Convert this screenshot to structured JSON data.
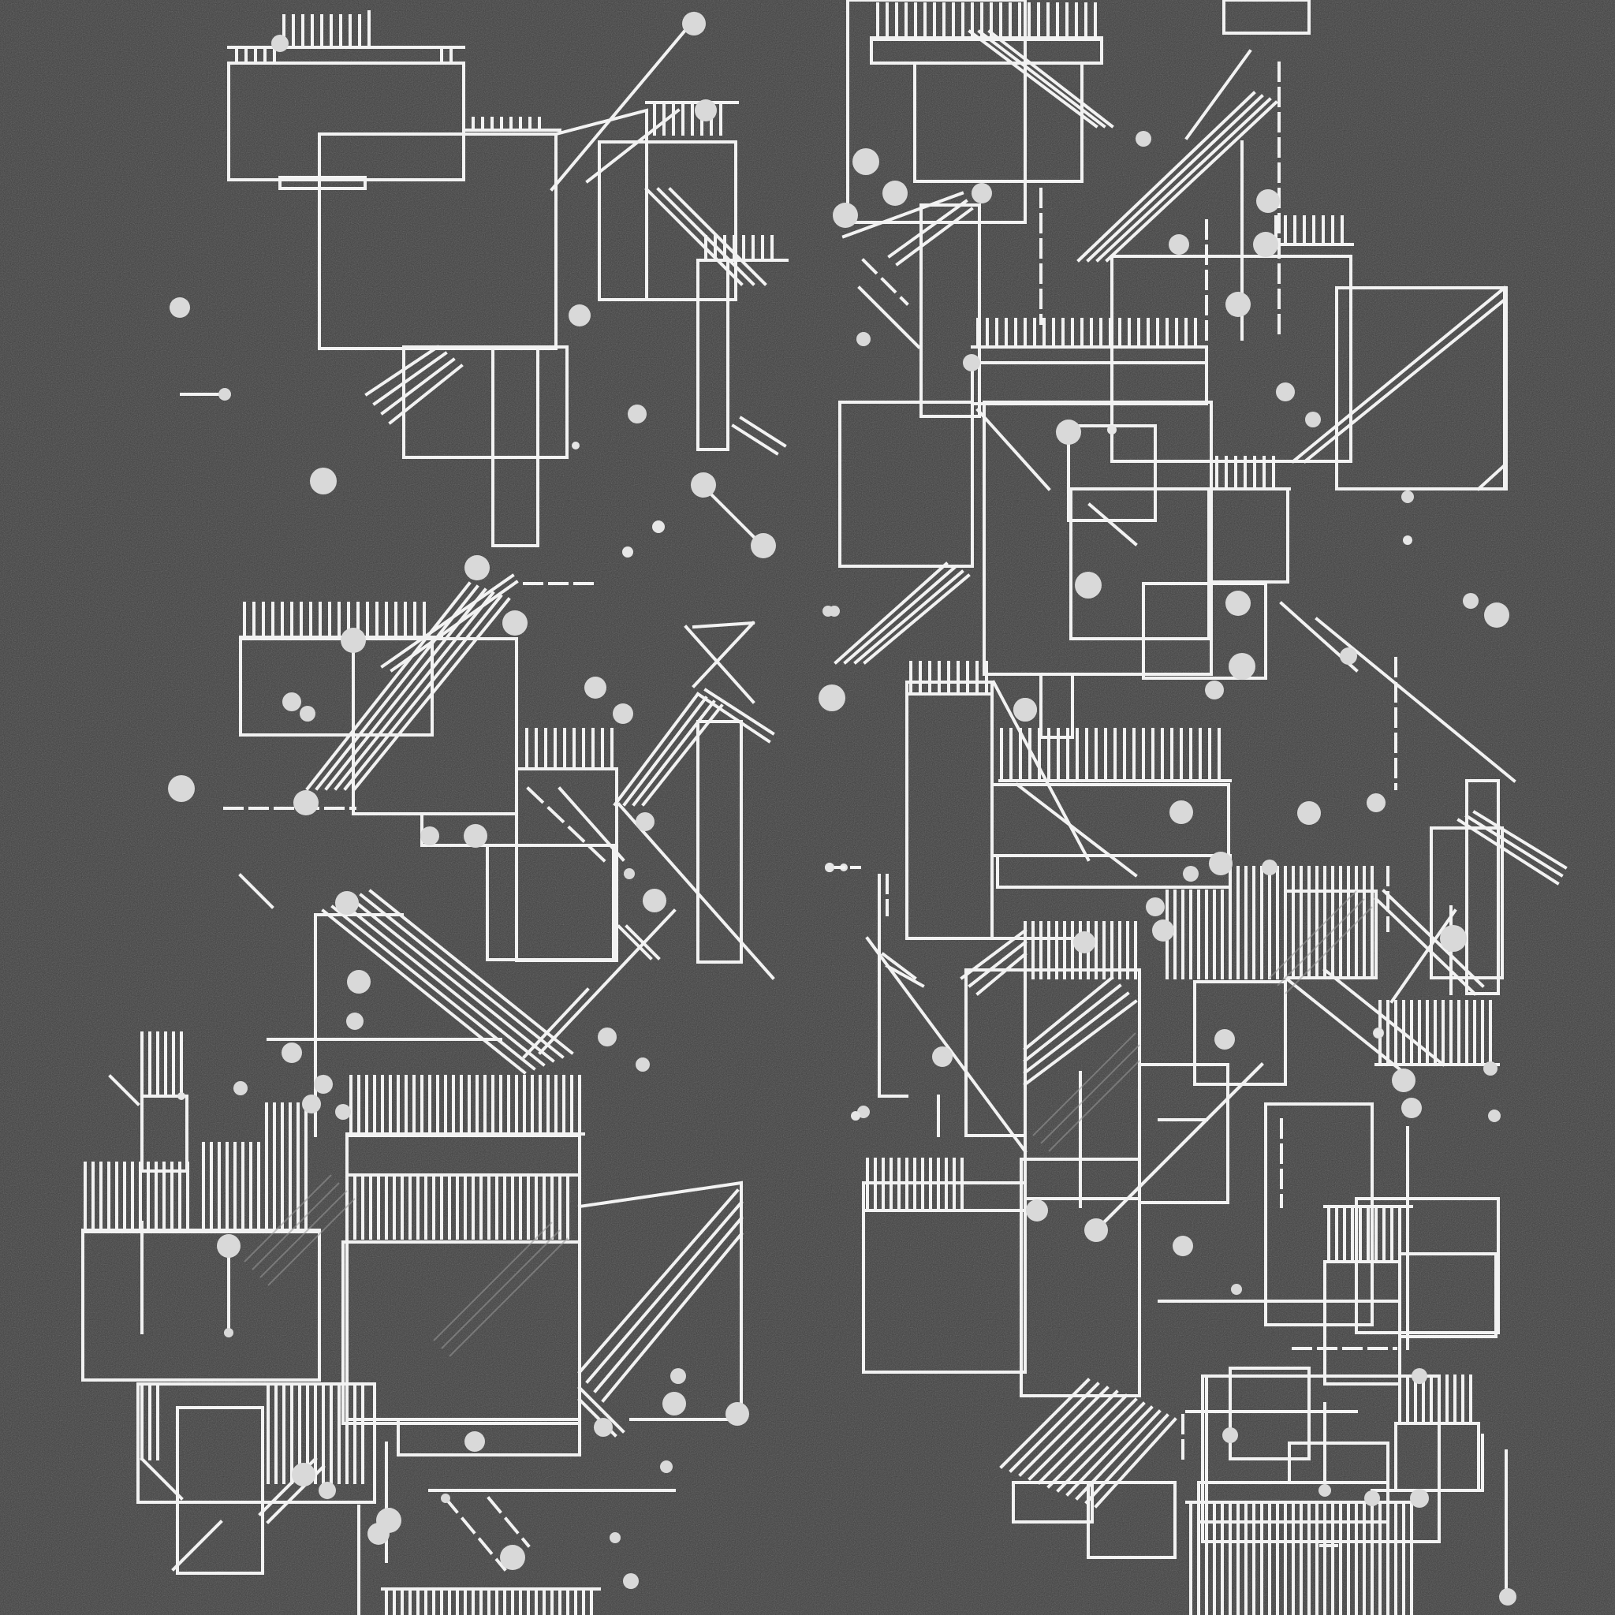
{
  "canvas": {
    "background": "#3d3d3d",
    "stroke_color": "#f2f2f2",
    "dot_color": "#d9d9d9"
  },
  "artwork": {
    "style": "abstract white line-art architectural assemblage on dark grain",
    "clusters": [
      "upper-left-cluster",
      "upper-right-cluster",
      "middle-left-cluster",
      "lower-left-cluster",
      "lower-right-cluster"
    ]
  }
}
